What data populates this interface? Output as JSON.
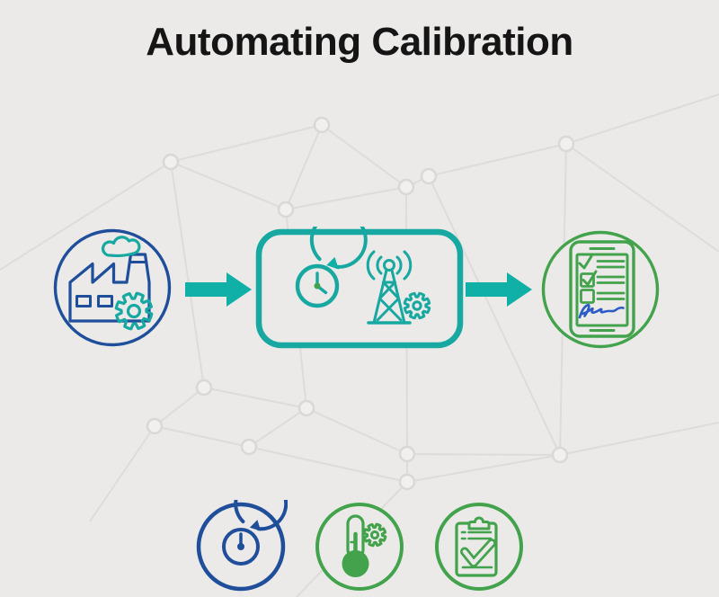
{
  "title": "Automating Calibration",
  "colors": {
    "background": "#ebeae8",
    "title": "#151515",
    "mesh_line": "#dedcd9",
    "mesh_node_fill": "#f1f0ef",
    "mesh_node_stroke": "#dad8d5",
    "blue": "#1f4e9b",
    "teal": "#17a8a1",
    "arrow_teal": "#10b0a7",
    "green": "#43a34c",
    "signature_blue": "#2e5cc5"
  },
  "flow": {
    "steps": [
      {
        "name": "factory",
        "icon": "factory-with-gear-icon",
        "shape": "circle",
        "color_key": "blue"
      },
      {
        "name": "automated-calibration-process",
        "icons": [
          "clock-refresh-icon",
          "radio-tower-gear-icon"
        ],
        "shape": "rounded-rectangle",
        "color_key": "teal"
      },
      {
        "name": "digital-report",
        "icon": "tablet-checklist-signature-icon",
        "shape": "circle",
        "color_key": "green"
      }
    ],
    "connectors": [
      {
        "icon": "arrow-right-icon",
        "color_key": "arrow_teal"
      },
      {
        "icon": "arrow-right-icon",
        "color_key": "arrow_teal"
      }
    ]
  },
  "footer_icons": [
    {
      "name": "timer",
      "icon": "stopwatch-refresh-icon",
      "color_key": "blue"
    },
    {
      "name": "temperature",
      "icon": "thermometer-gear-icon",
      "color_key": "green"
    },
    {
      "name": "checklist",
      "icon": "clipboard-check-icon",
      "color_key": "green"
    }
  ]
}
